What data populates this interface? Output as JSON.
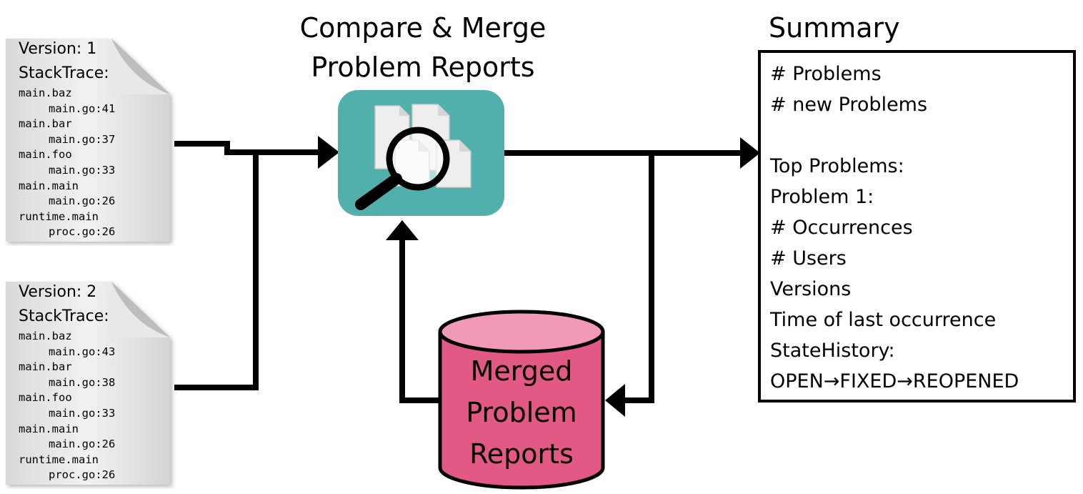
{
  "documents": [
    {
      "version": "Version: 1",
      "stacktrace_label": "StackTrace:",
      "frames": [
        {
          "func": "main.baz",
          "loc": "main.go:41"
        },
        {
          "func": "main.bar",
          "loc": "main.go:37"
        },
        {
          "func": "main.foo",
          "loc": "main.go:33"
        },
        {
          "func": "main.main",
          "loc": "main.go:26"
        },
        {
          "func": "runtime.main",
          "loc": "proc.go:26"
        }
      ]
    },
    {
      "version": "Version: 2",
      "stacktrace_label": "StackTrace:",
      "frames": [
        {
          "func": "main.baz",
          "loc": "main.go:43"
        },
        {
          "func": "main.bar",
          "loc": "main.go:38"
        },
        {
          "func": "main.foo",
          "loc": "main.go:33"
        },
        {
          "func": "main.main",
          "loc": "main.go:26"
        },
        {
          "func": "runtime.main",
          "loc": "proc.go:26"
        }
      ]
    }
  ],
  "compare": {
    "title_line1": "Compare & Merge",
    "title_line2": "Problem Reports",
    "icon": "magnifier-over-documents-icon",
    "color": "#52b0ac"
  },
  "database": {
    "label_line1": "Merged",
    "label_line2": "Problem",
    "label_line3": "Reports",
    "icon": "database-cylinder-icon",
    "body_color": "#e35985",
    "top_color": "#f09ab7"
  },
  "summary": {
    "title": "Summary",
    "lines": [
      "# Problems",
      "# new Problems",
      "",
      "Top Problems:",
      "Problem 1:",
      "# Occurrences",
      "# Users",
      "Versions",
      "Time of last occurrence",
      "StateHistory:",
      "OPEN→FIXED→REOPENED"
    ]
  }
}
